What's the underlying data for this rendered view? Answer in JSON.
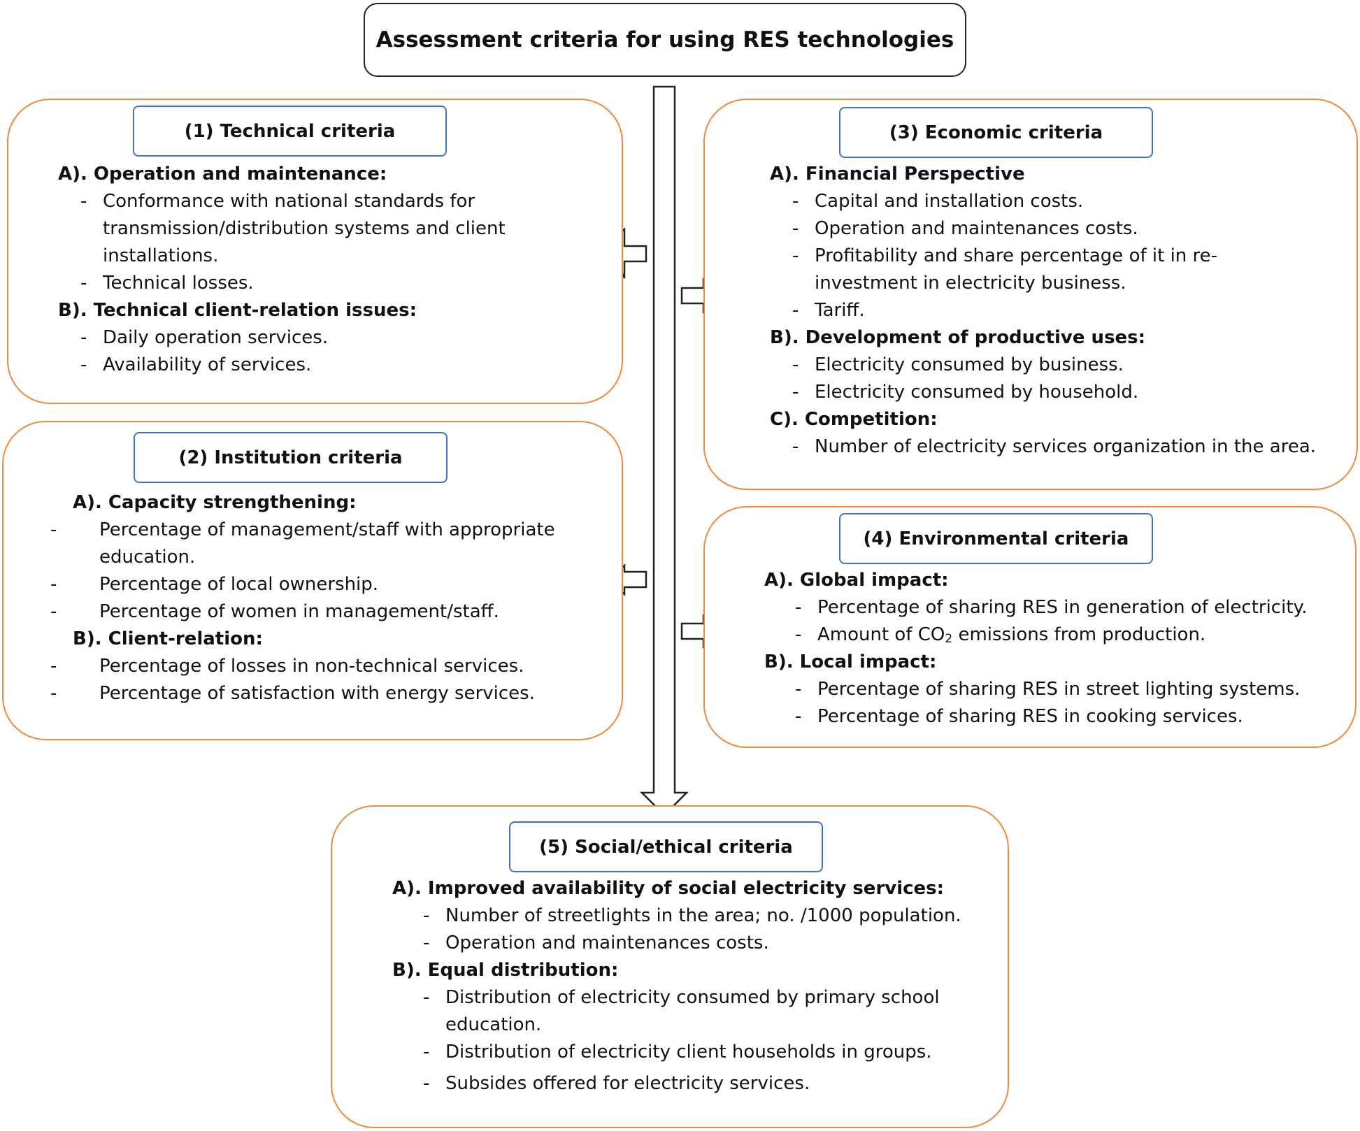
{
  "title": "Assessment criteria for using RES technologies",
  "panels": {
    "technical": {
      "header": "(1) Technical criteria",
      "sec_a": "A). Operation and maintenance:",
      "sec_a_items": [
        "Conformance with national standards for transmission/distribution systems and client installations.",
        "Technical losses."
      ],
      "sec_b": "B). Technical client-relation issues:",
      "sec_b_items": [
        "Daily operation services.",
        "Availability of services."
      ]
    },
    "institution": {
      "header": "(2) Institution criteria",
      "sec_a": "A). Capacity strengthening:",
      "sec_a_items": [
        "Percentage of management/staff with appropriate education.",
        "Percentage of local ownership.",
        "Percentage of women in management/staff."
      ],
      "sec_b": "B). Client-relation:",
      "sec_b_items": [
        "Percentage of losses in non-technical services.",
        "Percentage of satisfaction with energy services."
      ]
    },
    "economic": {
      "header": "(3) Economic criteria",
      "sec_a": "A). Financial Perspective",
      "sec_a_items": [
        "Capital and installation costs.",
        "Operation and maintenances costs.",
        "Profitability and share percentage of it in re-investment in electricity business.",
        "Tariff."
      ],
      "sec_b": "B). Development of productive uses:",
      "sec_b_items": [
        "Electricity consumed by business.",
        "Electricity consumed by household."
      ],
      "sec_c": "C). Competition:",
      "sec_c_items": [
        "Number of electricity services organization in the area."
      ]
    },
    "environmental": {
      "header": "(4) Environmental criteria",
      "sec_a": "A). Global impact:",
      "sec_a_items": [
        "Percentage of sharing RES in generation of electricity."
      ],
      "co2_prefix": "Amount of CO",
      "co2_sub": "2",
      "co2_suffix": " emissions from production.",
      "sec_b": "B). Local impact:",
      "sec_b_items": [
        "Percentage of sharing RES in street lighting systems.",
        "Percentage of sharing RES in cooking services."
      ]
    },
    "social": {
      "header": "(5) Social/ethical criteria",
      "sec_a": "A). Improved availability of social electricity services:",
      "sec_a_items": [
        "Number of streetlights in the area; no. /1000 population.",
        "Operation and maintenances costs."
      ],
      "sec_b": "B). Equal distribution:",
      "sec_b_items": [
        "Distribution of electricity consumed by primary school education.",
        "Distribution of electricity client households in groups.",
        "Subsides offered for electricity services."
      ]
    }
  },
  "dash": "-",
  "colors": {
    "panel_border": "#f08a3c",
    "header_border": "#4472c4",
    "arrow_stroke": "#222222"
  }
}
